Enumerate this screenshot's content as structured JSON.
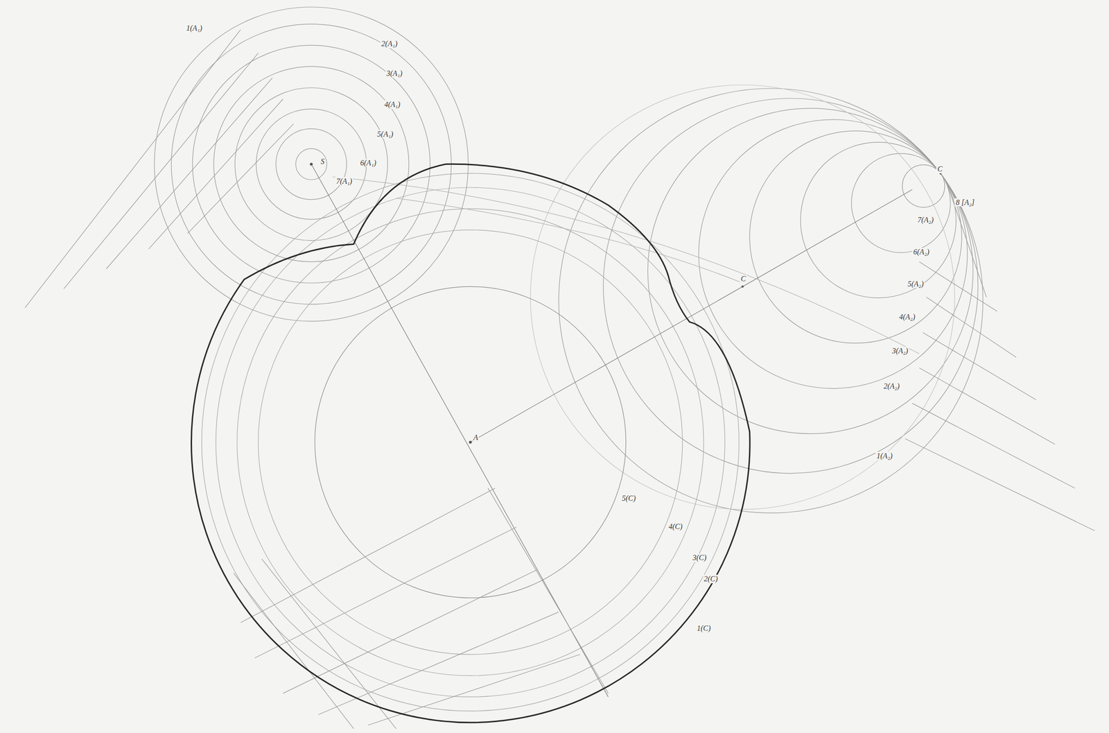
{
  "diagram": {
    "labels": [
      "1(A₁)",
      "2(A₁)",
      "3(A₁)",
      "4(A₁)",
      "5(A₁)",
      "6(A₁)",
      "7(A₁)",
      "S",
      "C",
      "8 [A₂]",
      "7(A₂)",
      "6(A₂)",
      "5(A₂)",
      "4(A₂)",
      "3(A₂)",
      "2(A₂)",
      "1(A₂)",
      "5(C)",
      "4(C)",
      "3(C)",
      "2(C)",
      "1(C)",
      "A",
      "C"
    ]
  }
}
